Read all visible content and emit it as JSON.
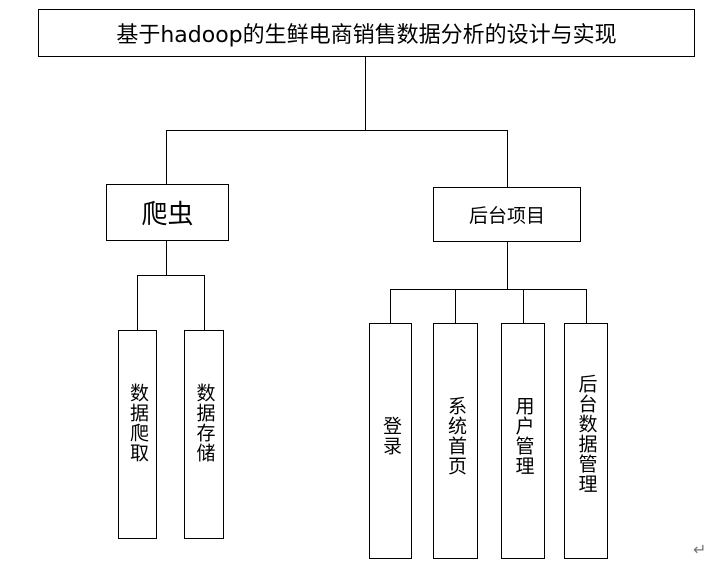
{
  "title": "基于hadoop的生鲜电商销售数据分析的设计与实现",
  "left_branch": {
    "label": "爬虫",
    "children": [
      "数据爬取",
      "数据存储"
    ]
  },
  "right_branch": {
    "label": "后台项目",
    "children": [
      "登录",
      "系统首页",
      "用户管理",
      "后台数据管理"
    ]
  },
  "paragraph_mark": "↵"
}
